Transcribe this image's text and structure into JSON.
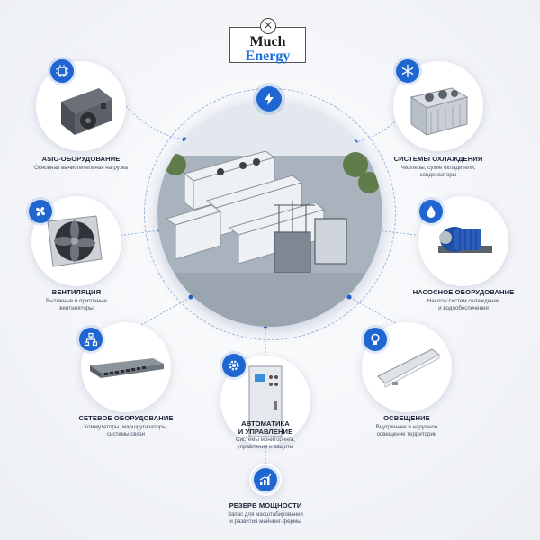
{
  "logo": {
    "line1": "Much",
    "line2": "Energy",
    "mark_icon": "x-circle-icon"
  },
  "center": {
    "icon": "lightning-icon",
    "photo": "substation-with-mining-containers"
  },
  "items": {
    "asic": {
      "title": "ASIC-ОБОРУДОВАНИЕ",
      "desc": "Основная вычислительная нагрузка",
      "icon": "chip-icon"
    },
    "cooling": {
      "title": "СИСТЕМЫ ОХЛАЖДЕНИЯ",
      "desc1": "Чиллеры, сухие охладители,",
      "desc2": "конденсаторы",
      "icon": "snowflake-icon"
    },
    "vent": {
      "title": "ВЕНТИЛЯЦИЯ",
      "desc1": "Вытяжные и приточные",
      "desc2": "вентиляторы",
      "icon": "fan-icon"
    },
    "pump": {
      "title": "НАСОСНОЕ ОБОРУДОВАНИЕ",
      "desc1": "Насосы систем охлаждения",
      "desc2": "и водообеспечения",
      "icon": "water-drop-icon"
    },
    "network": {
      "title": "СЕТЕВОЕ ОБОРУДОВАНИЕ",
      "desc1": "Коммутаторы, маршрутизаторы,",
      "desc2": "системы связи",
      "icon": "network-icon"
    },
    "auto": {
      "title1": "АВТОМАТИКА",
      "title2": "И УПРАВЛЕНИЕ",
      "desc1": "Системы мониторинга,",
      "desc2": "управления и защиты",
      "icon": "gear-icon"
    },
    "light": {
      "title": "ОСВЕЩЕНИЕ",
      "desc1": "Внутреннее и наружное",
      "desc2": "освещение территории",
      "icon": "lightbulb-icon"
    },
    "reserve": {
      "title": "РЕЗЕРВ МОЩНОСТИ",
      "desc1": "Запас для масштабирования",
      "desc2": "и развития майнинг-фермы",
      "icon": "growth-chart-icon"
    }
  },
  "colors": {
    "accent": "#1f66d1",
    "link": "#9fb6e0",
    "text": "#1b2334"
  }
}
